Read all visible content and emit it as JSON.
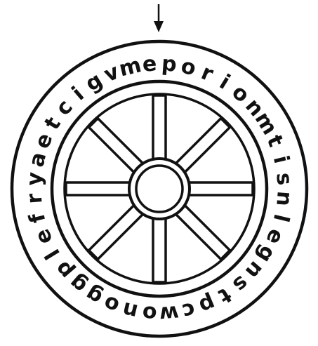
{
  "wheel": {
    "letters": [
      "p",
      "o",
      "r",
      "i",
      "o",
      "n",
      "m",
      "t",
      "i",
      "s",
      "n",
      "l",
      "e",
      "g",
      "n",
      "s",
      "t",
      "p",
      "c",
      "w",
      "o",
      "n",
      "o",
      "g",
      "g",
      "p",
      "l",
      "e",
      "f",
      "r",
      "y",
      "a",
      "e",
      "t",
      "c",
      "i",
      "g",
      "v",
      "m",
      "e"
    ],
    "start_marker": "arrow-down-icon",
    "spoke_count": 8
  },
  "colors": {
    "ink": "#111111",
    "background": "#ffffff"
  }
}
